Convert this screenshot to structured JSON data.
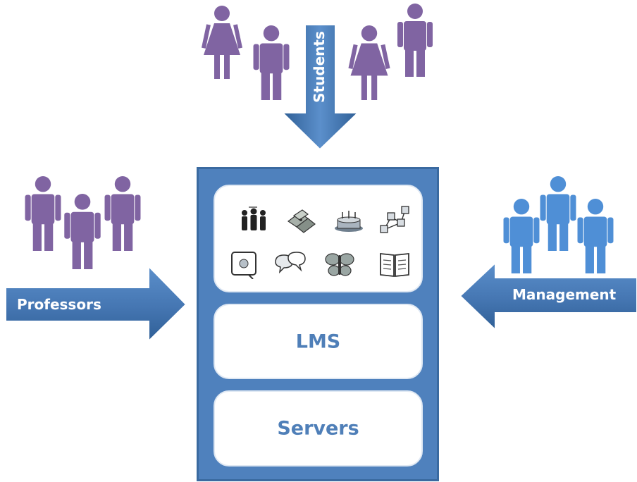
{
  "diagram": {
    "groups": {
      "students": {
        "label": "Students",
        "color": "#8064a2"
      },
      "professors": {
        "label": "Professors",
        "color": "#8064a2"
      },
      "management": {
        "label": "Management",
        "color": "#4f8fd6"
      }
    },
    "system": {
      "panels": {
        "lms": "LMS",
        "servers": "Servers"
      },
      "panel_color": "#4f81bd",
      "icons": [
        "people-group-icon",
        "puzzle-pieces-icon",
        "birthday-cake-icon",
        "network-nodes-icon",
        "framed-photo-icon",
        "chat-bubbles-icon",
        "butterfly-icon",
        "open-book-icon"
      ]
    }
  }
}
